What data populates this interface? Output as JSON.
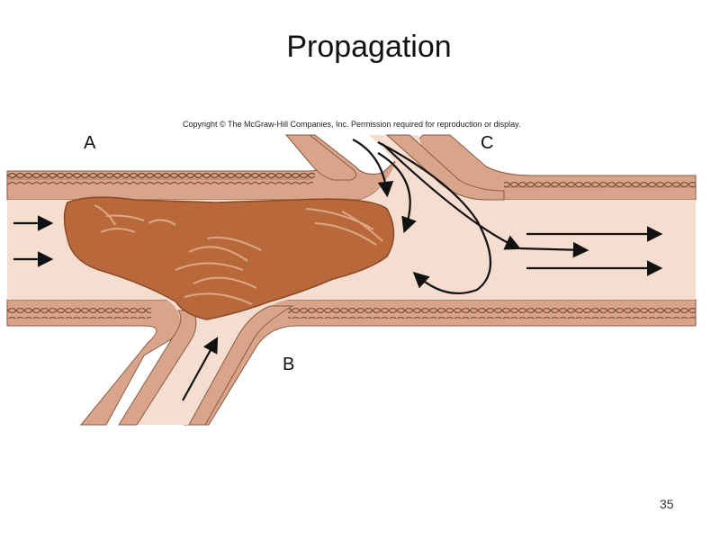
{
  "slide": {
    "title": "Propagation",
    "copyright": "Copyright © The McGraw-Hill Companies, Inc. Permission required for reproduction or display.",
    "page_number": "35"
  },
  "diagram": {
    "labels": {
      "a": "A",
      "b": "B",
      "c": "C"
    },
    "colors": {
      "vessel_wall": "#d9a58a",
      "wall_strand": "#7a4a35",
      "lumen": "#f5ddd0",
      "thrombus": "#b8683a",
      "thrombus_streak": "#e0b08c",
      "arrow": "#111111"
    }
  }
}
